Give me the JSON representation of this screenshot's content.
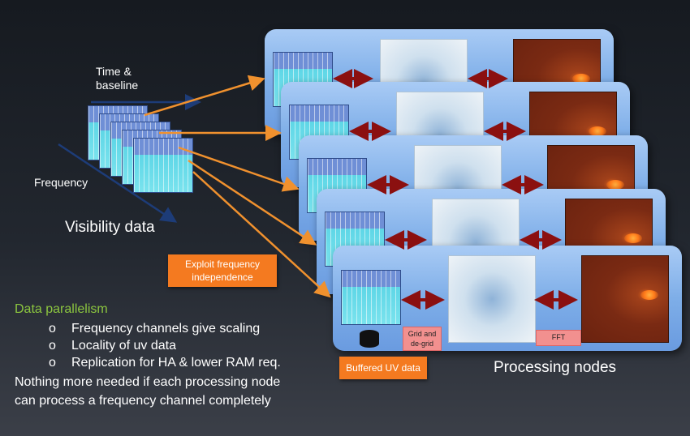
{
  "labels": {
    "time_baseline": "Time &\nbaseline",
    "frequency": "Frequency",
    "visibility_data": "Visibility data",
    "processing_nodes": "Processing nodes"
  },
  "callouts": {
    "exploit": "Exploit frequency\nindependence",
    "buffered": "Buffered UV data",
    "grid": "Grid and\nde-grid",
    "fft": "FFT"
  },
  "text": {
    "heading": "Data parallelism",
    "bullets": [
      "Frequency channels give scaling",
      "Locality of uv data",
      "Replication for HA & lower RAM req."
    ],
    "bullet_marker": "o",
    "footer_lines": [
      "Nothing more needed if each processing node",
      "can process a frequency channel completely"
    ]
  },
  "colors": {
    "arrow_orange": "#f0912e",
    "arrow_darkred": "#8b1010",
    "axis_blue": "#1d3c78",
    "highlight_green": "#8cc63f"
  }
}
